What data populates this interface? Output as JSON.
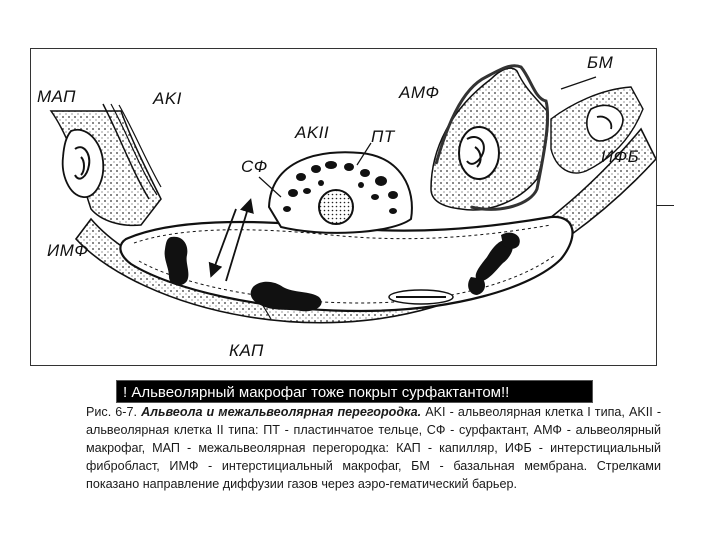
{
  "labels": {
    "map": "МАП",
    "ak1": "AKI",
    "ak2": "AKII",
    "pt": "ПТ",
    "amf": "АМФ",
    "bm": "БМ",
    "sf": "СФ",
    "ifb": "ИФБ",
    "imf": "ИМФ",
    "kap": "КАП"
  },
  "banner_text": "! Альвеолярный макрофаг тоже покрыт сурфактантом!!",
  "caption": {
    "figure_no": "Рис. 6-7.",
    "heading": "Альвеола и межальвеолярная перегородка.",
    "body": "AKI - альвеолярная клетка I типа, AKII - альвеолярная клетка II типа: ПТ - пластинчатое тельце, СФ - сурфактант, АМФ - альвеолярный макрофаг, МАП - межальвеолярная перегородка: КАП - капилляр, ИФБ - интерстициальный фибробласт, ИМФ - интерстициальный макрофаг, БМ - базальная мембрана. Стрелками показано направление диффузии газов через аэро-гематический барьер."
  },
  "colors": {
    "ink": "#111111",
    "banner_bg": "#000000",
    "banner_text": "#ffffff"
  }
}
